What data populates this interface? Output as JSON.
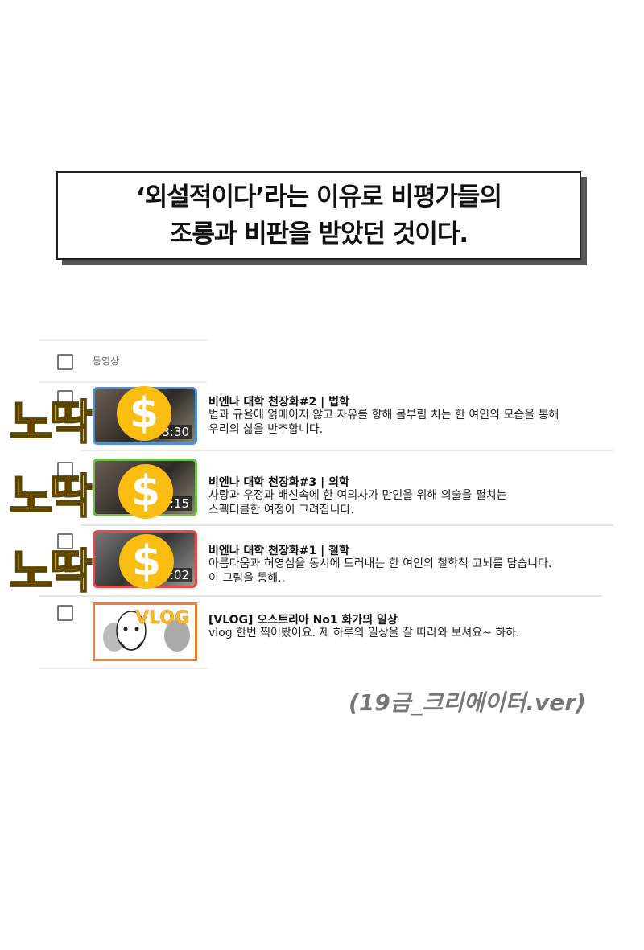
{
  "caption": {
    "line1": "‘외설적이다’라는 이유로 비평가들의",
    "line2": "조롱과 비판을 받았던 것이다."
  },
  "table": {
    "header_label": "동영상",
    "rows": [
      {
        "title": "비엔나 대학 천장화#2 | 법학",
        "desc1": "법과 규율에 얽매이지 않고 자유를 향해 몸부림 치는 한 여인의 모습을 통해",
        "desc2": "우리의 삶을 반추합니다.",
        "duration": "3:30",
        "border_color": "#4a90d9",
        "badge": "노딱",
        "monetization_icon": "dollar-icon"
      },
      {
        "title": "비엔나 대학 천장화#3 | 의학",
        "desc1": "사랑과 우정과 배신속에 한 여의사가 만인을 위해 의술을 펼치는",
        "desc2": "스펙터클한 여정이 그려집니다.",
        "duration": ":15",
        "border_color": "#6cc04a",
        "badge": "노딱",
        "monetization_icon": "dollar-icon"
      },
      {
        "title": "비엔나 대학 천장화#1 | 철학",
        "desc1": "아름다움과 허영심을 동시에 드러내는 한 여인의 철학척 고뇌를 담습니다.",
        "desc2": "이 그림을 통해..",
        "duration": ":02",
        "border_color": "#f04848",
        "badge": "노딱",
        "monetization_icon": "dollar-icon"
      },
      {
        "title": "[VLOG] 오스트리아 No1 화가의 일상",
        "desc1": "vlog 한번 찍어봤어요. 제 하루의 일상을 잘 따라와 보셔요~ 하하.",
        "desc2": "",
        "thumb_label": "VLOG",
        "border_color": "#f08030"
      }
    ]
  },
  "footer": "(19금_크리에이터.ver)"
}
